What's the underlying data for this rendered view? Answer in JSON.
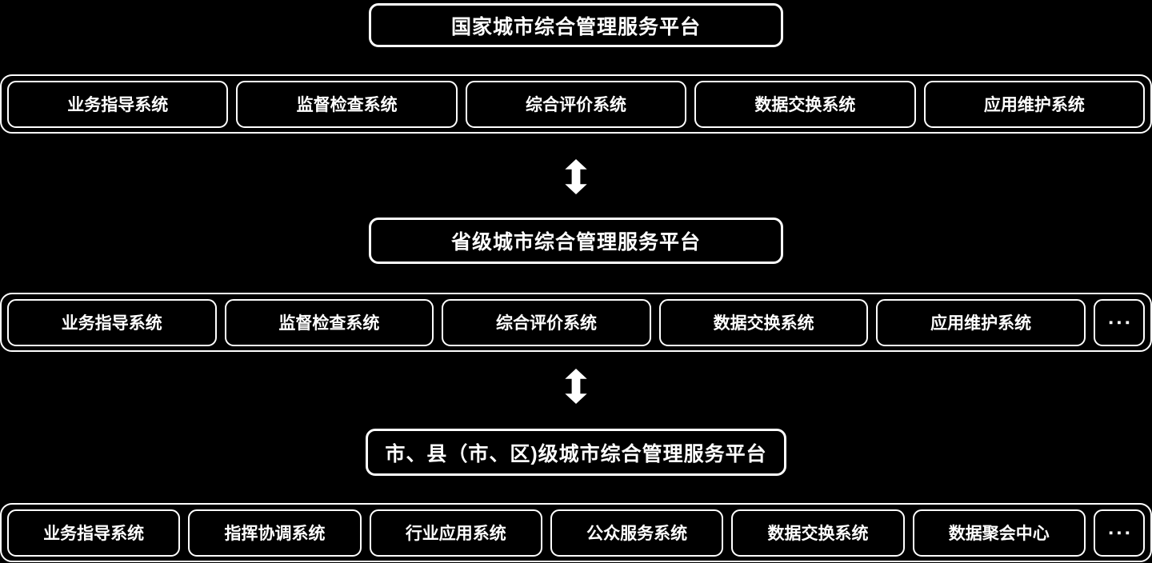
{
  "canvas": {
    "background": "#000000",
    "foreground": "#ffffff"
  },
  "connector": {
    "icon": "double-vertical-arrow",
    "color": "#ffffff"
  },
  "platforms": [
    {
      "level": "national",
      "title": "国家城市综合管理服务平台",
      "systems": [
        "业务指导系统",
        "监督检查系统",
        "综合评价系统",
        "数据交换系统",
        "应用维护系统"
      ]
    },
    {
      "level": "provincial",
      "title": "省级城市综合管理服务平台",
      "systems": [
        "业务指导系统",
        "监督检查系统",
        "综合评价系统",
        "数据交换系统",
        "应用维护系统"
      ],
      "more_label": "▪▪▪"
    },
    {
      "level": "municipal",
      "title": "市、县（市、区)级城市综合管理服务平台",
      "systems": [
        "业务指导系统",
        "指挥协调系统",
        "行业应用系统",
        "公众服务系统",
        "数据交换系统",
        "数据聚会中心"
      ],
      "more_label": "▪▪▪"
    }
  ]
}
